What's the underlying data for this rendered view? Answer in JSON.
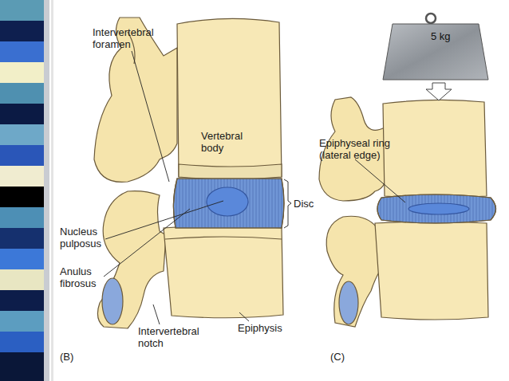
{
  "diagram": {
    "nodes": [
      {
        "text": [
          "5 kg"
        ]
      }
    ],
    "labels": [
      "Intervertebral foramen",
      "Epiphyseal ring (lateral edge)",
      "Vertebral body",
      "Disc",
      "Nucleus pulposus",
      "Anulus fibrosus",
      "Intervertebral notch",
      "Epiphysis",
      "(B)",
      "(C)"
    ]
  }
}
